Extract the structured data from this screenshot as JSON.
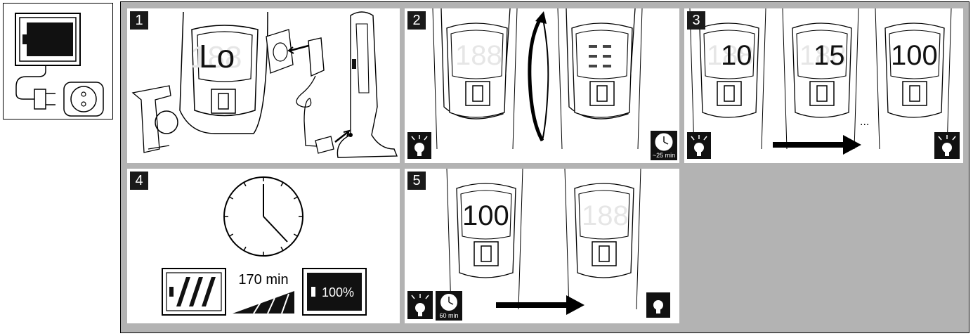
{
  "steps": [
    {
      "number": "1",
      "display": "Lo"
    },
    {
      "number": "2",
      "display_left": "188",
      "display_right": "",
      "time_label": "~25 min"
    },
    {
      "number": "3",
      "display_1": "10",
      "display_2": "15",
      "display_3": "100",
      "ellipsis": "..."
    },
    {
      "number": "4",
      "duration": "170 min",
      "battery_full_label": "100%"
    },
    {
      "number": "5",
      "display_left": "100",
      "display_right": "188",
      "time_label": "60 min"
    }
  ],
  "colors": {
    "frame_grey": "#b3b3b3",
    "ink": "#000000",
    "ghost_digits": "#e6e6e6"
  }
}
